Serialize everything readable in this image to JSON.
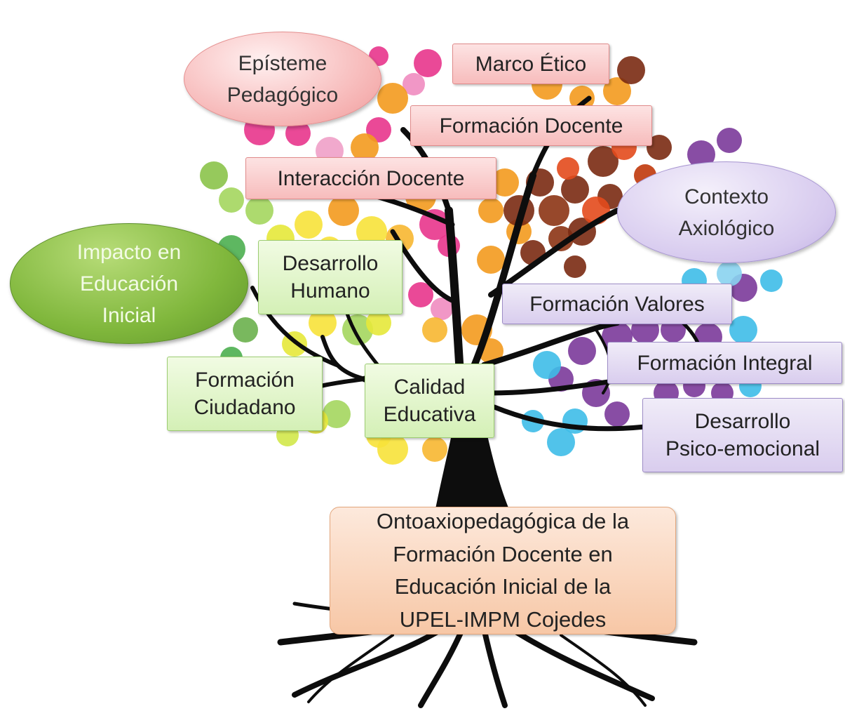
{
  "diagram": {
    "root": "Ontoaxiopedagógica de la\nFormación Docente en\nEducación Inicial de la\nUPEL-IMPM Cojedes",
    "ovals": {
      "episteme": "Epísteme\nPedagógico",
      "contexto": "Contexto\nAxiológico",
      "impacto": "Impacto en\nEducación\nInicial"
    },
    "boxes": {
      "marco_etico": "Marco Ético",
      "formacion_docente": "Formación Docente",
      "interaccion_docente": "Interacción Docente",
      "desarrollo_humano": "Desarrollo\nHumano",
      "formacion_ciudadano": "Formación\nCiudadano",
      "calidad_educativa": "Calidad\nEducativa",
      "formacion_valores": "Formación Valores",
      "formacion_integral": "Formación Integral",
      "desarrollo_psico": "Desarrollo\nPsico-emocional"
    }
  },
  "colors": {
    "pink_group": "#f7bcbc",
    "green_group": "#d4f0b6",
    "purple_group": "#d9cdee",
    "root_box": "#f7c7a6",
    "trunk": "#0d0d0d"
  }
}
